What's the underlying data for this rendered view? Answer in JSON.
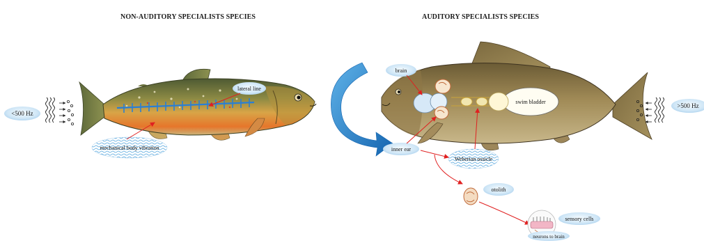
{
  "headings": {
    "left": "NON-AUDITORY SPECIALISTS SPECIES",
    "right": "AUDITORY SPECIALISTS SPECIES"
  },
  "labels": {
    "low_freq": "<500 Hz",
    "high_freq": ">500 Hz",
    "lateral_line": "lateral line",
    "mechanical": "mechanical body vibration",
    "brain": "brain",
    "swim_bladder": "swim bladder",
    "inner_ear": "inner ear",
    "weberian": "Weberian ossicle",
    "otolith": "otolith",
    "sensory_cells": "sensory cells",
    "neurons": "neurons to brain"
  },
  "colors": {
    "lateral_line": "#2a7fd4",
    "pointer": "#e02020",
    "curved_arrow": "#1f7fc8",
    "label_bubble": "#cfe6f6"
  }
}
